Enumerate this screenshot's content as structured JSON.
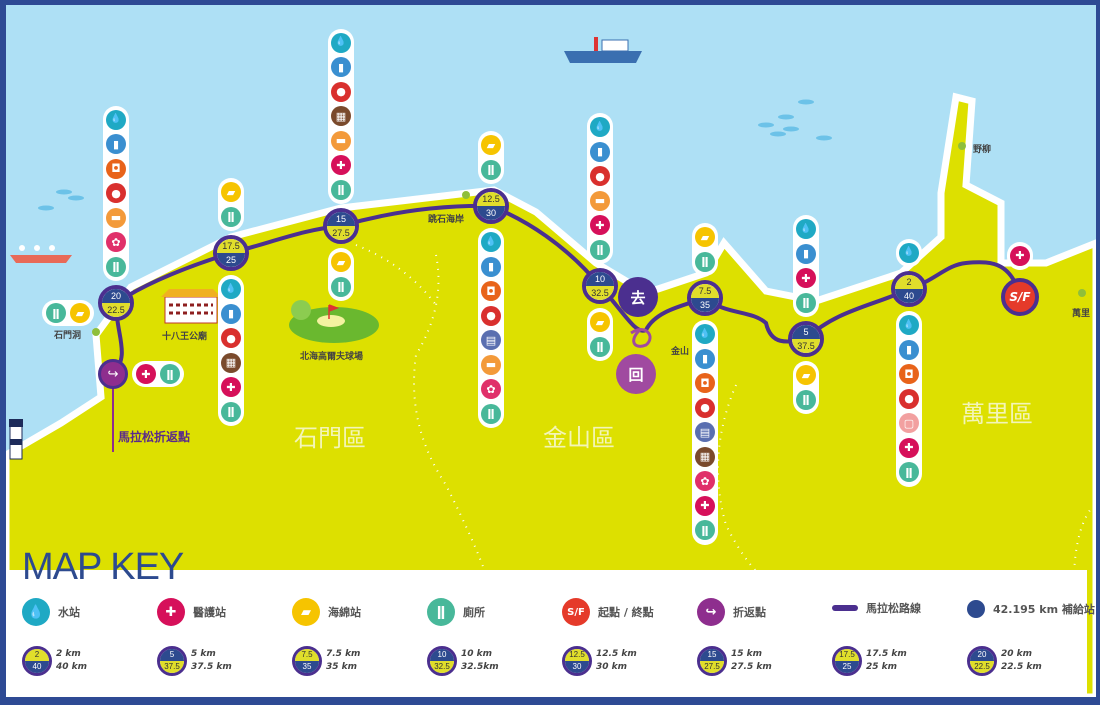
{
  "colors": {
    "sea": "#aee0f5",
    "land": "#dde000",
    "route": "#4b2f8f",
    "frame": "#2e4a94",
    "water": "#1fa9c4",
    "medical": "#d6105a",
    "sponge": "#f6c400",
    "toilet": "#48b89a",
    "start_finish": "#e53a2a",
    "turnaround": "#8e2e8e"
  },
  "stations": [
    {
      "top": "20",
      "bottom": "22.5",
      "top_color": "blue",
      "above": [
        "water",
        "bottle",
        "orange-cup",
        "apple",
        "banana",
        "flower",
        "toilet"
      ],
      "below": [],
      "side": [
        "toilet",
        "sponge"
      ]
    },
    {
      "top": "17.5",
      "bottom": "25",
      "top_color": "yellow",
      "above": [
        "sponge",
        "toilet"
      ],
      "below": [
        "water",
        "bottle",
        "apple",
        "chocolate",
        "medical",
        "toilet"
      ]
    },
    {
      "top": "15",
      "bottom": "27.5",
      "top_color": "blue",
      "above": [
        "water",
        "bottle",
        "apple",
        "chocolate",
        "banana",
        "medical",
        "toilet"
      ],
      "below": [
        "sponge",
        "toilet"
      ]
    },
    {
      "top": "12.5",
      "bottom": "30",
      "top_color": "yellow",
      "above": [
        "sponge",
        "toilet"
      ],
      "below": [
        "water",
        "bottle",
        "orange-cup",
        "apple",
        "sport-drink",
        "banana",
        "flower",
        "toilet"
      ]
    },
    {
      "top": "10",
      "bottom": "32.5",
      "top_color": "blue",
      "above": [
        "water",
        "bottle",
        "apple",
        "banana",
        "medical",
        "toilet"
      ],
      "below": [
        "sponge",
        "toilet"
      ]
    },
    {
      "top": "7.5",
      "bottom": "35",
      "top_color": "yellow",
      "above": [
        "sponge",
        "toilet"
      ],
      "below": [
        "water",
        "bottle",
        "orange-cup",
        "apple",
        "sport-drink",
        "chocolate",
        "flower",
        "medical",
        "toilet"
      ]
    },
    {
      "top": "5",
      "bottom": "37.5",
      "top_color": "blue",
      "above": [
        "water",
        "bottle",
        "medical",
        "toilet"
      ],
      "below": [
        "sponge",
        "toilet"
      ]
    },
    {
      "top": "2",
      "bottom": "40",
      "top_color": "yellow",
      "above": [
        "water"
      ],
      "below": [
        "water",
        "bottle",
        "orange-cup",
        "apple",
        "pink-box",
        "medical",
        "toilet"
      ]
    }
  ],
  "start_finish": {
    "label": "S/F",
    "amenities": [
      "medical"
    ]
  },
  "turnaround": {
    "amenities": [
      "medical",
      "toilet"
    ],
    "label": "馬拉松折返點"
  },
  "direction": {
    "go": "去",
    "return": "回"
  },
  "places": [
    "石門洞",
    "十八王公廟",
    "北海高爾夫球場",
    "跳石海岸",
    "金山",
    "野柳",
    "萬里"
  ],
  "districts": [
    "石門區",
    "金山區",
    "萬里區"
  ],
  "map_key": {
    "title": "MAP KEY",
    "legend": [
      {
        "icon": "water",
        "label": "水站"
      },
      {
        "icon": "medical",
        "label": "醫護站"
      },
      {
        "icon": "sponge",
        "label": "海綿站"
      },
      {
        "icon": "toilet",
        "label": "廁所"
      },
      {
        "icon": "start-finish",
        "label": "起點 / 終點",
        "glyph": "S/F"
      },
      {
        "icon": "turnaround",
        "label": "折返點"
      },
      {
        "icon": "route-line",
        "label": "馬拉松路線"
      },
      {
        "icon": "supply-dot",
        "label": "42.195 km 補給站"
      }
    ],
    "markers": [
      {
        "top": "2",
        "bottom": "40",
        "top_color": "yellow",
        "line1": "2 km",
        "line2": "40 km"
      },
      {
        "top": "5",
        "bottom": "37.5",
        "top_color": "blue",
        "line1": "5 km",
        "line2": "37.5 km"
      },
      {
        "top": "7.5",
        "bottom": "35",
        "top_color": "yellow",
        "line1": "7.5 km",
        "line2": "35 km"
      },
      {
        "top": "10",
        "bottom": "32.5",
        "top_color": "blue",
        "line1": "10 km",
        "line2": "32.5km"
      },
      {
        "top": "12.5",
        "bottom": "30",
        "top_color": "yellow",
        "line1": "12.5 km",
        "line2": "30 km"
      },
      {
        "top": "15",
        "bottom": "27.5",
        "top_color": "blue",
        "line1": "15 km",
        "line2": "27.5 km"
      },
      {
        "top": "17.5",
        "bottom": "25",
        "top_color": "yellow",
        "line1": "17.5 km",
        "line2": "25 km"
      },
      {
        "top": "20",
        "bottom": "22.5",
        "top_color": "blue",
        "line1": "20 km",
        "line2": "22.5 km"
      }
    ]
  }
}
